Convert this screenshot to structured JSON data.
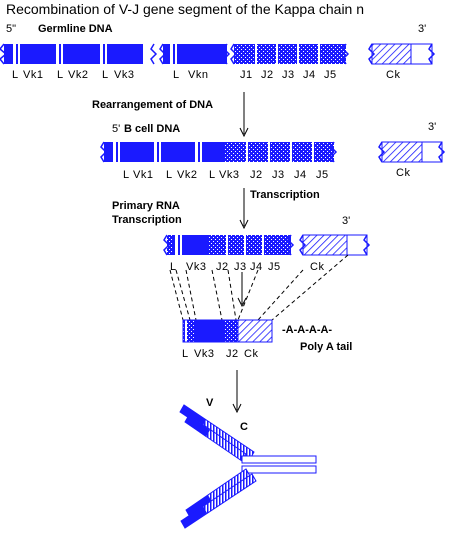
{
  "title": "Recombination of V-J gene segment of the Kappa chain n",
  "germline": {
    "five_prime": "5\"",
    "name": "Germline DNA",
    "three_prime": "3'",
    "labels": [
      "L",
      "Vk1",
      "L",
      "Vk2",
      "L",
      "Vk3",
      "L",
      "Vkn",
      "J1",
      "J2",
      "J3",
      "J4",
      "J5",
      "Ck"
    ]
  },
  "rearrangement": {
    "label": "Rearrangement of DNA",
    "five_prime": "5'",
    "name": "B cell DNA",
    "three_prime": "3'",
    "labels": [
      "L",
      "Vk1",
      "L",
      "Vk2",
      "L",
      "Vk3",
      "J2",
      "J3",
      "J4",
      "J5",
      "Ck"
    ]
  },
  "transcription": {
    "label": "Transcription",
    "primary_line1": "Primary RNA",
    "primary_line2": "Transcription",
    "three_prime": "3'",
    "labels": [
      "L",
      "Vk3",
      "J2",
      "J3",
      "J4",
      "J5",
      "Ck"
    ]
  },
  "mrna": {
    "poly_a": "-A-A-A-A-",
    "poly_label": "Poly A tail",
    "labels": [
      "L",
      "Vk3",
      "J2",
      "Ck"
    ]
  },
  "antibody": {
    "v_label": "V",
    "c_label": "C"
  },
  "colors": {
    "segment_blue": "#1a1aff",
    "ink": "#000000"
  }
}
